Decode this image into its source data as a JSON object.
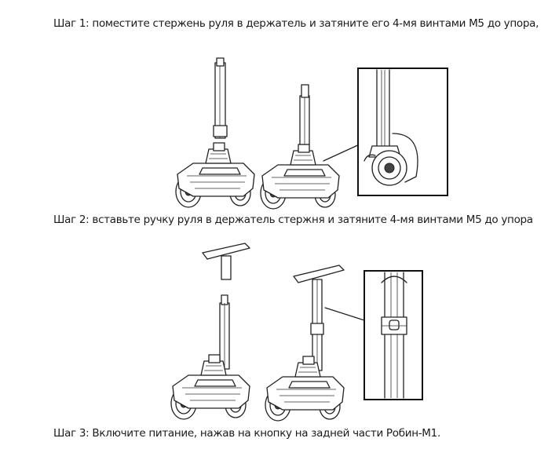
{
  "steps": [
    {
      "text": "Шаг 1: поместите стержень руля в  держатель и затяните его 4-мя винтами М5 до упора,"
    },
    {
      "text": "Шаг 2: вставьте ручку руля в  держатель стержня и затяните 4-мя винтами М5 до упора"
    },
    {
      "text": "Шаг 3: Включите питание, нажав на кнопку на задней части Робин-М1."
    }
  ]
}
